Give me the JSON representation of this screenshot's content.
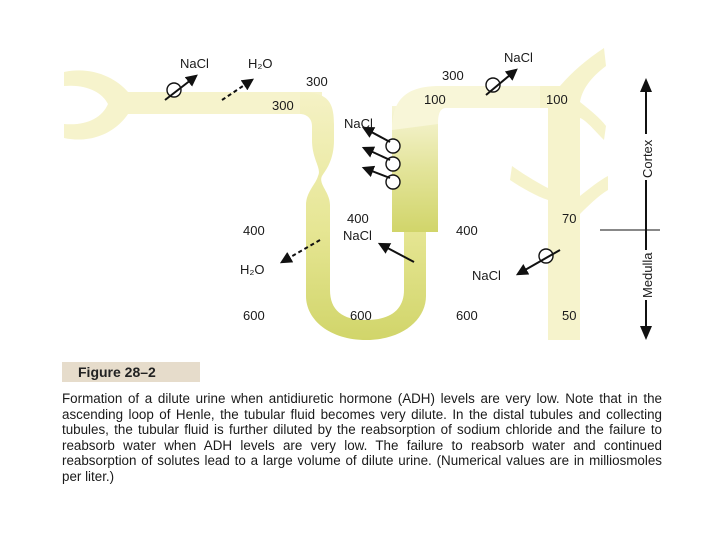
{
  "diagram": {
    "labels": {
      "nacl_top_left": "NaCl",
      "h2o_top": "H₂O",
      "v300_desc": "300",
      "v300_bend": "300",
      "nacl_asc_top": "NaCl",
      "v300_distal": "300",
      "v100_distal": "100",
      "nacl_top_right": "NaCl",
      "v100_collect": "100",
      "v400_left": "400",
      "h2o_lower": "H₂O",
      "v400_asc": "400",
      "nacl_asc_lower": "NaCl",
      "v400_right": "400",
      "v70": "70",
      "nacl_collect": "NaCl",
      "v600_left": "600",
      "v600_loop": "600",
      "v600_right": "600",
      "v50": "50"
    },
    "zones": {
      "cortex": "Cortex",
      "medulla": "Medulla"
    }
  },
  "figure": {
    "label": "Figure 28–2",
    "caption": "Formation of a dilute urine when antidiuretic hormone (ADH) levels are very low. Note that in the ascending loop of Henle, the tubular fluid becomes very dilute. In the distal tubules and collecting tubules, the tubular fluid is further diluted by the reabsorption of sodium chloride and the failure to reabsorb water when ADH levels are very low. The failure to reabsorb water and continued reabsorption of solutes lead to a large volume of dilute urine. (Numerical values are in milliosmoles per liter.)"
  },
  "colors": {
    "tubule_light": "#f6f3cc",
    "tubule_dilute": "#fbfae6",
    "tubule_concentrated": "#d4d86c",
    "label_box": "#e6dccb"
  }
}
